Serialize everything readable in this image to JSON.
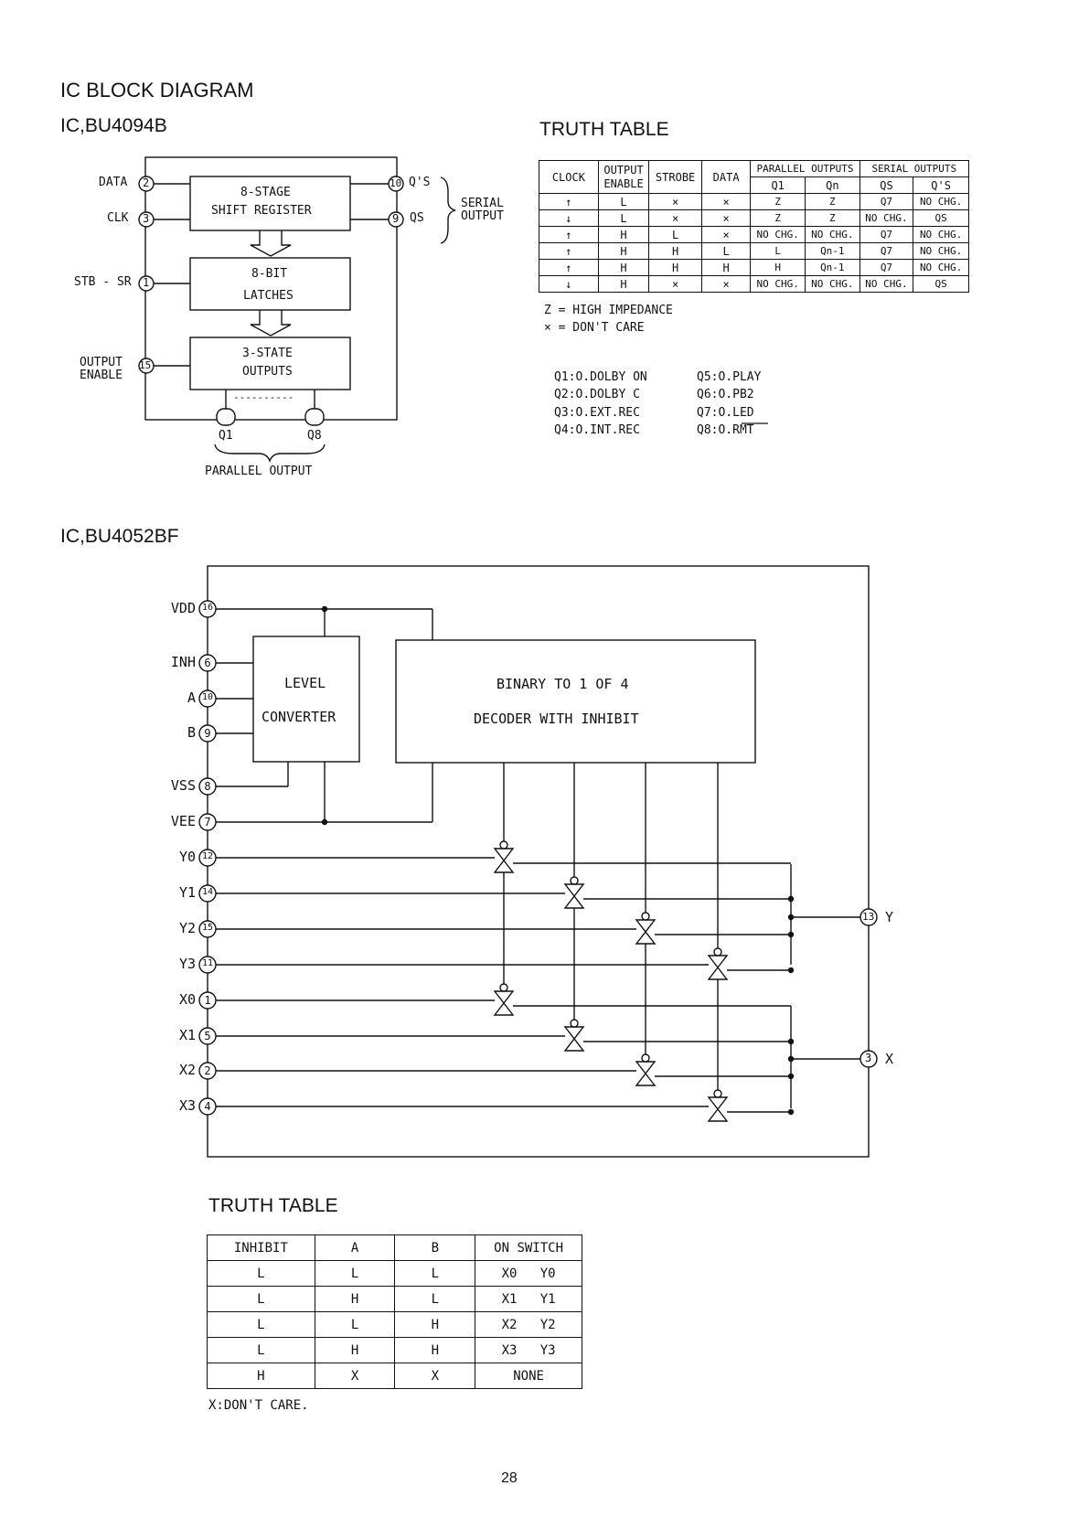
{
  "page": {
    "heading": "IC BLOCK DIAGRAM",
    "page_number": "28"
  },
  "ic1": {
    "title": "IC,BU4094B",
    "blocks": {
      "shift_l1": "8-STAGE",
      "shift_l2": "SHIFT REGISTER",
      "latch_l1": "8-BIT",
      "latch_l2": "LATCHES",
      "out_l1": "3-STATE",
      "out_l2": "OUTPUTS"
    },
    "pins": {
      "data": {
        "label": "DATA",
        "num": "2"
      },
      "clk": {
        "label": "CLK",
        "num": "3"
      },
      "stb": {
        "label": "STB - SR",
        "num": "1"
      },
      "oe_l1": "OUTPUT",
      "oe_l2": "ENABLE",
      "oe_num": "15",
      "qs_prime": {
        "label": "Q'S",
        "num": "10"
      },
      "qs": {
        "label": "QS",
        "num": "9"
      },
      "q1": "Q1",
      "q8": "Q8"
    },
    "serial_l1": "SERIAL",
    "serial_l2": "OUTPUT",
    "parallel_label": "PARALLEL OUTPUT",
    "dashes": "----------"
  },
  "tt1": {
    "title": "TRUTH TABLE",
    "headers": {
      "clock": "CLOCK",
      "oe_l1": "OUTPUT",
      "oe_l2": "ENABLE",
      "strobe": "STROBE",
      "data": "DATA",
      "parallel": "PARALLEL OUTPUTS",
      "serial": "SERIAL OUTPUTS",
      "q1": "Q1",
      "qn": "Qn",
      "qs": "QS",
      "qps": "Q'S"
    },
    "rows": [
      [
        "↑",
        "L",
        "×",
        "×",
        "Z",
        "Z",
        "Q7",
        "NO CHG."
      ],
      [
        "↓",
        "L",
        "×",
        "×",
        "Z",
        "Z",
        "NO CHG.",
        "QS"
      ],
      [
        "↑",
        "H",
        "L",
        "×",
        "NO CHG.",
        "NO CHG.",
        "Q7",
        "NO CHG."
      ],
      [
        "↑",
        "H",
        "H",
        "L",
        "L",
        "Qn-1",
        "Q7",
        "NO CHG."
      ],
      [
        "↑",
        "H",
        "H",
        "H",
        "H",
        "Qn-1",
        "Q7",
        "NO CHG."
      ],
      [
        "↓",
        "H",
        "×",
        "×",
        "NO CHG.",
        "NO CHG.",
        "NO CHG.",
        "QS"
      ]
    ],
    "notes": [
      "Z = HIGH IMPEDANCE",
      "× = DON'T CARE"
    ],
    "legend": [
      [
        "Q1:O.DOLBY ON",
        "Q5:O.PLAY"
      ],
      [
        "Q2:O.DOLBY C",
        "Q6:O.PB2"
      ],
      [
        "Q3:O.EXT.REC",
        "Q7:O.LED"
      ],
      [
        "Q4:O.INT.REC",
        "Q8:O.RMT"
      ]
    ]
  },
  "ic2": {
    "title": "IC,BU4052BF",
    "blocks": {
      "lvl_l1": "LEVEL",
      "lvl_l2": "CONVERTER",
      "dec_l1": "BINARY TO 1 OF 4",
      "dec_l2": "DECODER WITH INHIBIT"
    },
    "left_pins": [
      {
        "label": "VDD",
        "num": "16"
      },
      {
        "label": "INH",
        "num": "6"
      },
      {
        "label": "A",
        "num": "10"
      },
      {
        "label": "B",
        "num": "9"
      },
      {
        "label": "VSS",
        "num": "8"
      },
      {
        "label": "VEE",
        "num": "7"
      },
      {
        "label": "Y0",
        "num": "12"
      },
      {
        "label": "Y1",
        "num": "14"
      },
      {
        "label": "Y2",
        "num": "15"
      },
      {
        "label": "Y3",
        "num": "11"
      },
      {
        "label": "X0",
        "num": "1"
      },
      {
        "label": "X1",
        "num": "5"
      },
      {
        "label": "X2",
        "num": "2"
      },
      {
        "label": "X3",
        "num": "4"
      }
    ],
    "y_out": {
      "label": "Y",
      "num": "13"
    },
    "x_out": {
      "label": "X",
      "num": "3"
    }
  },
  "tt2": {
    "title": "TRUTH TABLE",
    "headers": [
      "INHIBIT",
      "A",
      "B",
      "ON SWITCH"
    ],
    "rows": [
      [
        "L",
        "L",
        "L",
        "X0   Y0"
      ],
      [
        "L",
        "H",
        "L",
        "X1   Y1"
      ],
      [
        "L",
        "L",
        "H",
        "X2   Y2"
      ],
      [
        "L",
        "H",
        "H",
        "X3   Y3"
      ],
      [
        "H",
        "X",
        "X",
        "NONE"
      ]
    ],
    "note": "X:DON'T CARE."
  }
}
